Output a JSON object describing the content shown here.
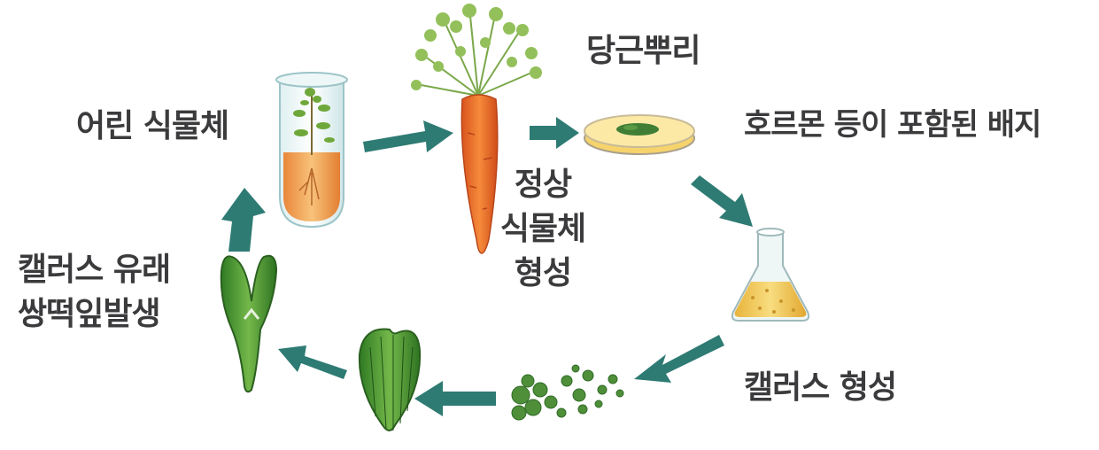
{
  "labels": {
    "young_plant": "어린 식물체",
    "carrot_root": "당근뿌리",
    "normal_plant": [
      "정상",
      "식물체",
      "형성"
    ],
    "medium": "호르몬 등이 포함된 배지",
    "callus_formation": "캘러스 형성",
    "callus_embryo": [
      "캘러스 유래",
      "쌍떡잎발생"
    ]
  },
  "colors": {
    "arrow": "#2e7b74",
    "carrot": "#e8692a",
    "leaf": "#6ea83a",
    "embryo": "#3f8f2c",
    "medium": "#f2c94c",
    "text": "#3b3b3d"
  },
  "icons": [
    "test-tube-icon",
    "carrot-icon",
    "petri-dish-icon",
    "flask-icon",
    "callus-cells-icon",
    "heart-embryo-icon",
    "torpedo-embryo-icon"
  ]
}
